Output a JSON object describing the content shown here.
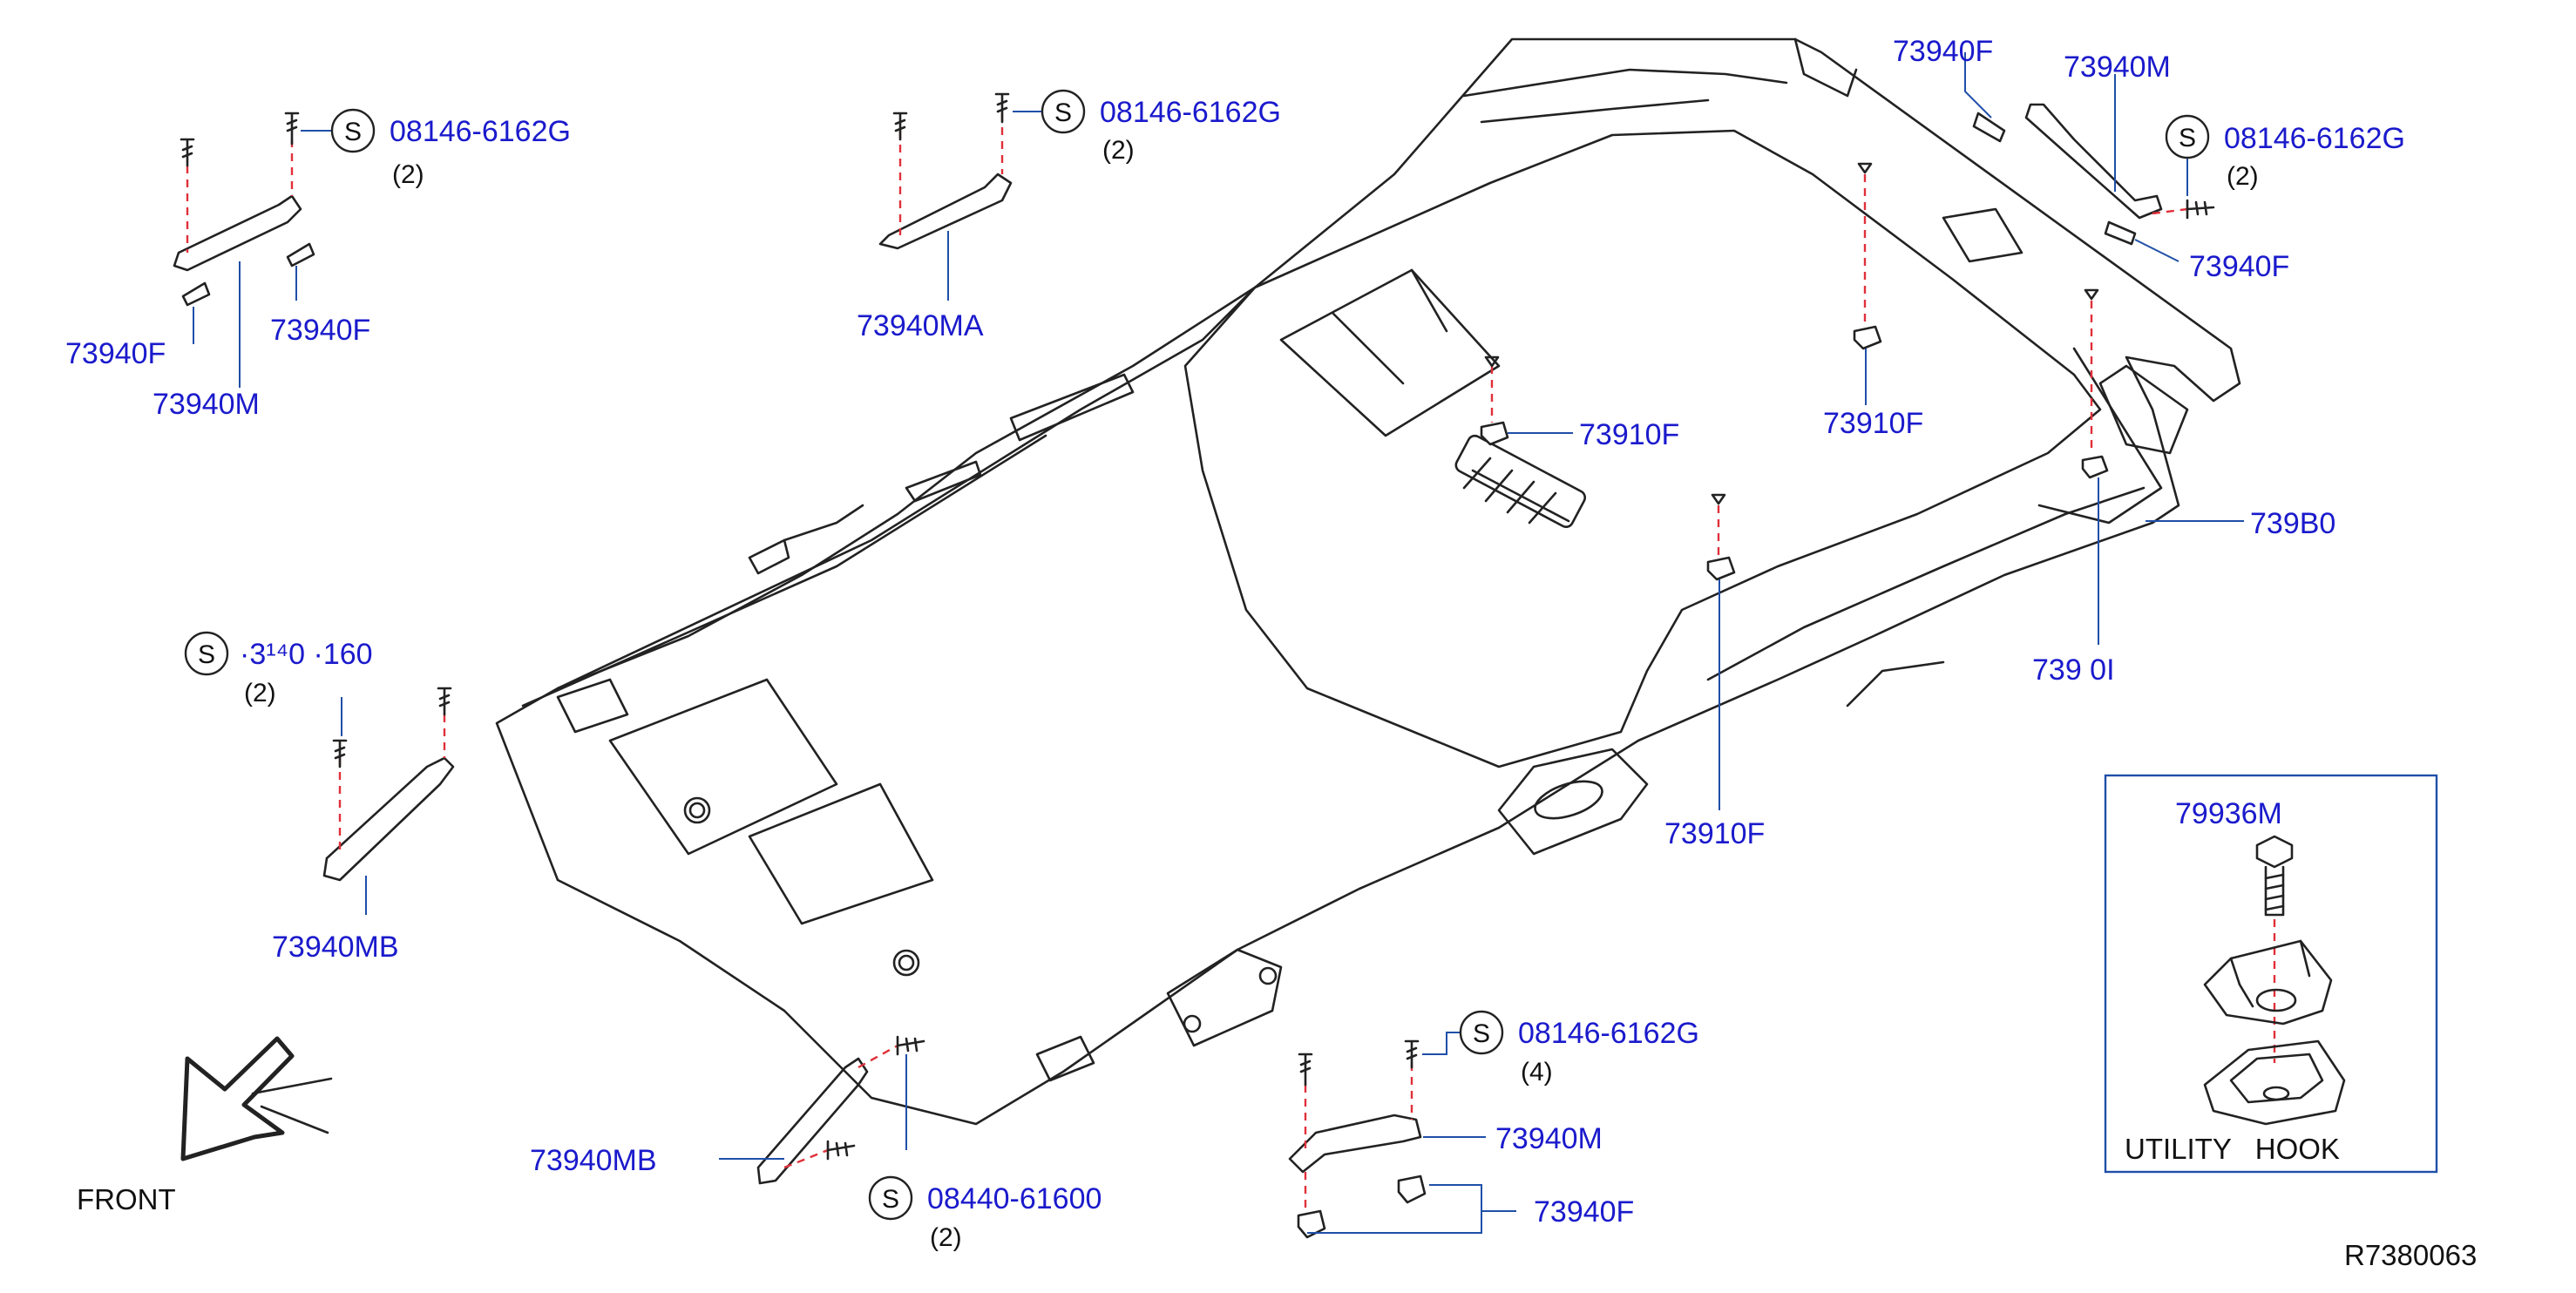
{
  "labels": {
    "c_73940F_tl_a": "73940F",
    "c_73940F_tl_b": "73940F",
    "c_73940M_tl": "73940M",
    "c_73940MA": "73940MA",
    "c_73940F_top": "73940F",
    "c_73940M_tr": "73940M",
    "c_73940F_tr": "73940F",
    "c_73910F_a": "73910F",
    "c_73910F_b": "73910F",
    "c_73910F_c": "73910F",
    "c_739B0": "739B0",
    "c_739_0I": "739 0I",
    "c_73940MB_l": "73940MB",
    "c_73940MB_b": "73940MB",
    "c_73940M_b": "73940M",
    "c_73940F_b": "73940F",
    "c_79936M": "79936M"
  },
  "screws": {
    "s1": {
      "symbol": "S",
      "part": "08146-6162G",
      "qty": "(2)"
    },
    "s2": {
      "symbol": "S",
      "part": "08146-6162G",
      "qty": "(2)"
    },
    "s3": {
      "symbol": "S",
      "part": "08146-6162G",
      "qty": "(2)"
    },
    "s4": {
      "symbol": "S",
      "part": "·3¹⁴⁠0 ·16⁠0",
      "qty": "(2)"
    },
    "s5": {
      "symbol": "S",
      "part": "08146-6162G",
      "qty": "(4)"
    },
    "s6": {
      "symbol": "S",
      "part": "08440-61600",
      "qty": "(2)"
    }
  },
  "front_label": "FRONT",
  "utility_hook_label": "UTILITY   HOOK",
  "diagram_id": "R7380063",
  "colors": {
    "label": "#1a1acc",
    "leader": "#1f4fa8",
    "dash": "#e0303a",
    "line": "#222222"
  }
}
